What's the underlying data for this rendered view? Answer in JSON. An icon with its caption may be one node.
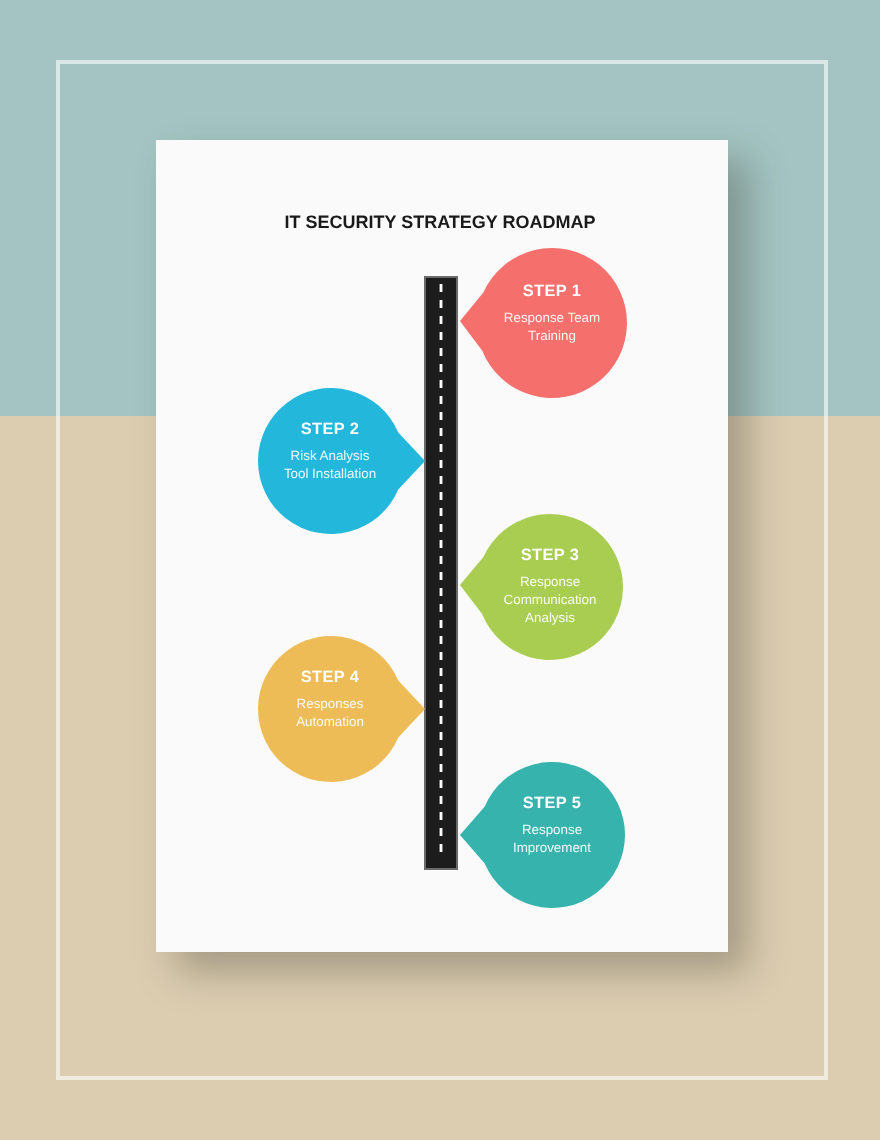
{
  "diagram": {
    "title": "IT SECURITY STRATEGY ROADMAP",
    "nodes": [
      {
        "text": [
          "STEP 1",
          "Response Team Training"
        ]
      },
      {
        "text": [
          "STEP 2",
          "Risk Analysis Tool Installation"
        ]
      },
      {
        "text": [
          "STEP 3",
          "Response Communication Analysis"
        ]
      },
      {
        "text": [
          "STEP 4",
          "Responses Automation"
        ]
      },
      {
        "text": [
          "STEP 5",
          "Response Improvement"
        ]
      }
    ]
  }
}
